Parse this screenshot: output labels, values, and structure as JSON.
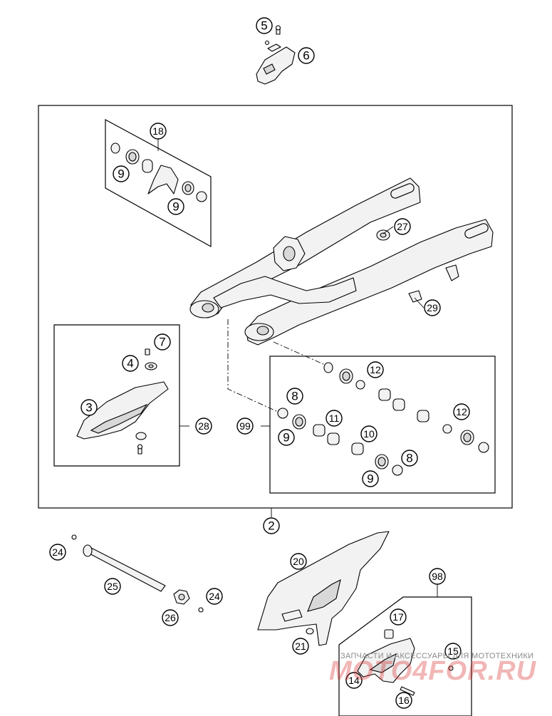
{
  "diagram": {
    "callouts": [
      {
        "id": "c5",
        "label": "5"
      },
      {
        "id": "c6",
        "label": "6"
      },
      {
        "id": "c18",
        "label": "18"
      },
      {
        "id": "c9a",
        "label": "9"
      },
      {
        "id": "c9b",
        "label": "9"
      },
      {
        "id": "c27",
        "label": "27"
      },
      {
        "id": "c29",
        "label": "29"
      },
      {
        "id": "c7",
        "label": "7"
      },
      {
        "id": "c4",
        "label": "4"
      },
      {
        "id": "c3",
        "label": "3"
      },
      {
        "id": "c28",
        "label": "28"
      },
      {
        "id": "c12a",
        "label": "12"
      },
      {
        "id": "c8a",
        "label": "8"
      },
      {
        "id": "c11",
        "label": "11"
      },
      {
        "id": "c99",
        "label": "99"
      },
      {
        "id": "c9c",
        "label": "9"
      },
      {
        "id": "c10",
        "label": "10"
      },
      {
        "id": "c12b",
        "label": "12"
      },
      {
        "id": "c8b",
        "label": "8"
      },
      {
        "id": "c9d",
        "label": "9"
      },
      {
        "id": "c2",
        "label": "2"
      },
      {
        "id": "c24a",
        "label": "24"
      },
      {
        "id": "c25",
        "label": "25"
      },
      {
        "id": "c24b",
        "label": "24"
      },
      {
        "id": "c26",
        "label": "26"
      },
      {
        "id": "c20",
        "label": "20"
      },
      {
        "id": "c98",
        "label": "98"
      },
      {
        "id": "c17",
        "label": "17"
      },
      {
        "id": "c21",
        "label": "21"
      },
      {
        "id": "c15",
        "label": "15"
      },
      {
        "id": "c14",
        "label": "14"
      },
      {
        "id": "c16",
        "label": "16"
      }
    ]
  },
  "watermark": {
    "caption": "ЗАПЧАСТИ И АКСЕССУАРЫ ДЛЯ МОТОТЕХНИКИ",
    "logo": "MOTO4FOR.RU",
    "logo_color": "#d72d2d"
  }
}
